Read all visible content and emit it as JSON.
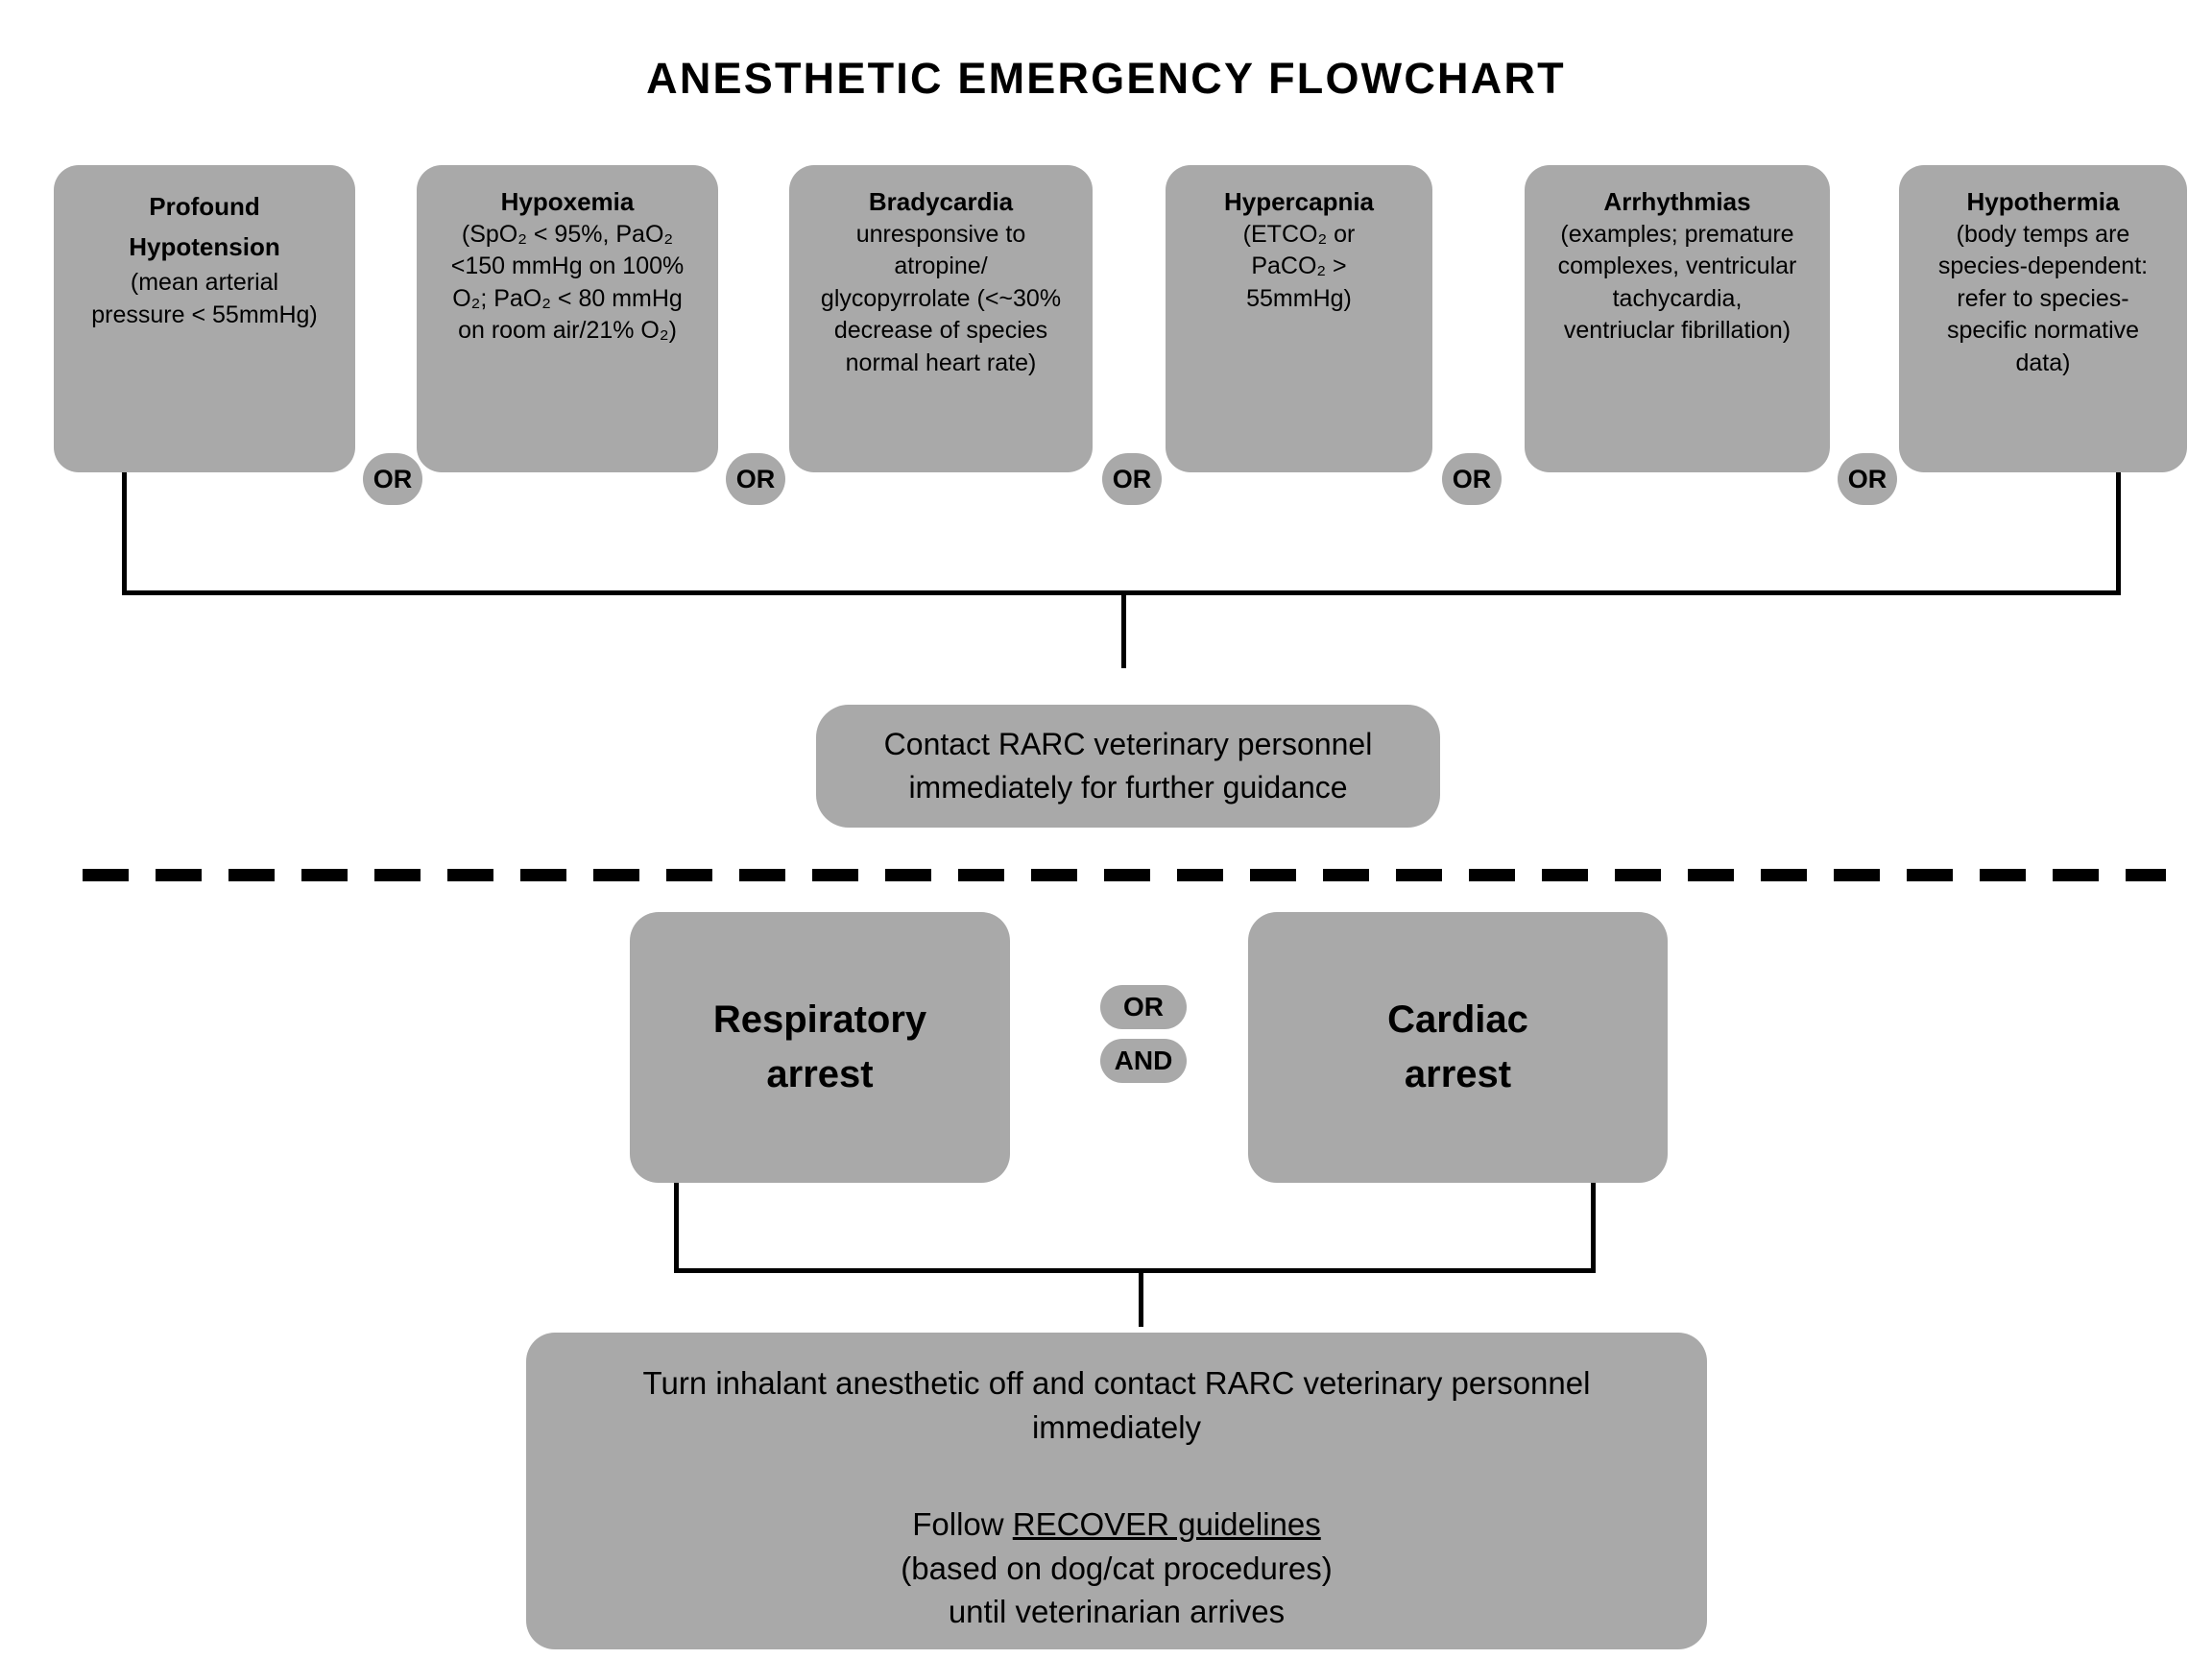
{
  "title": "ANESTHETIC EMERGENCY FLOWCHART",
  "colors": {
    "node_fill": "#a9a9a9",
    "connector": "#000000",
    "background": "#ffffff",
    "text": "#000000"
  },
  "criteria": {
    "connector_label": "OR",
    "items": [
      {
        "name": "profound-hypotension",
        "title_line1": "Profound",
        "title_line2": "Hypotension",
        "detail_line1": "(mean arterial",
        "detail_line2": "pressure < 55mmHg)",
        "detail_line3": "",
        "detail_line4": "",
        "detail_line5": ""
      },
      {
        "name": "hypoxemia",
        "title_line1": "Hypoxemia",
        "title_line2": "",
        "detail_line1": "(SpO₂ < 95%, PaO₂",
        "detail_line2": "<150 mmHg on 100%",
        "detail_line3": "O₂; PaO₂ < 80 mmHg",
        "detail_line4": "on room air/21% O₂)",
        "detail_line5": ""
      },
      {
        "name": "bradycardia",
        "title_line1": "Bradycardia",
        "title_line2": "",
        "detail_line1": "unresponsive to",
        "detail_line2": "atropine/",
        "detail_line3": "glycopyrrolate (<~30%",
        "detail_line4": "decrease of species",
        "detail_line5": "normal heart rate)"
      },
      {
        "name": "hypercapnia",
        "title_line1": "Hypercapnia",
        "title_line2": "",
        "detail_line1": "(ETCO₂ or",
        "detail_line2": "PaCO₂ >",
        "detail_line3": "55mmHg)",
        "detail_line4": "",
        "detail_line5": ""
      },
      {
        "name": "arrhythmias",
        "title_line1": "Arrhythmias",
        "title_line2": "",
        "detail_line1": "(examples; premature",
        "detail_line2": "complexes, ventricular",
        "detail_line3": "tachycardia,",
        "detail_line4": "ventriuclar fibrillation)",
        "detail_line5": ""
      },
      {
        "name": "hypothermia",
        "title_line1": "Hypothermia",
        "title_line2": "",
        "detail_line1": "(body temps are",
        "detail_line2": "species-dependent:",
        "detail_line3": "refer to species-",
        "detail_line4": "specific normative",
        "detail_line5": "data)"
      }
    ]
  },
  "contact_node": {
    "line1": "Contact RARC veterinary personnel",
    "line2": "immediately for further guidance"
  },
  "arrest": {
    "respiratory": {
      "line1": "Respiratory",
      "line2": "arrest"
    },
    "cardiac": {
      "line1": "Cardiac",
      "line2": "arrest"
    },
    "connector_or": "OR",
    "connector_and": "AND"
  },
  "final_node": {
    "line1": "Turn inhalant anesthetic off and contact RARC veterinary personnel",
    "line2": "immediately",
    "line3_prefix": "Follow ",
    "line3_underlined": "RECOVER guidelines",
    "line4": "(based on dog/cat procedures)",
    "line5": "until veterinarian arrives"
  }
}
